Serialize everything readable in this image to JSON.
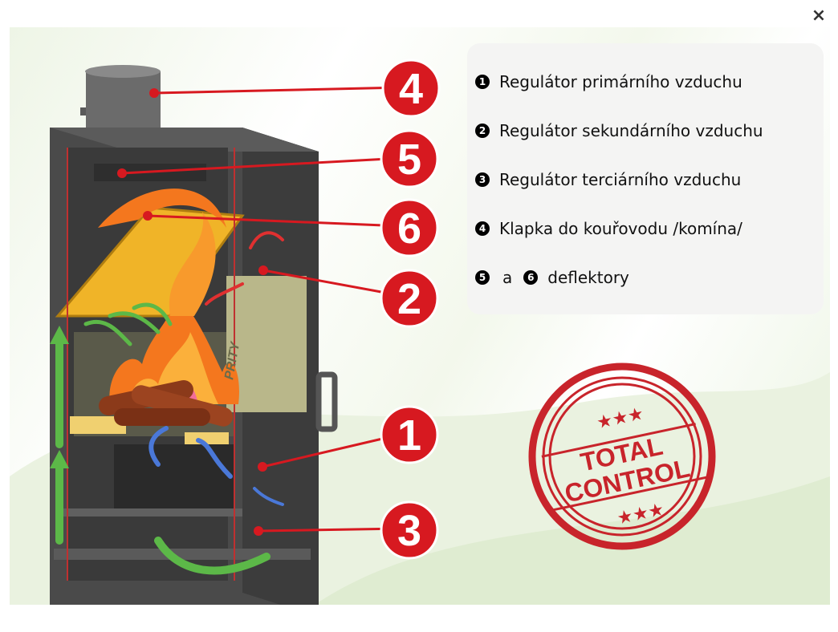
{
  "close_icon": "×",
  "legend": [
    {
      "num": "1",
      "text": "Regulátor primárního vzduchu"
    },
    {
      "num": "2",
      "text": "Regulátor sekundárního vzduchu"
    },
    {
      "num": "3",
      "text": "Regulátor terciárního vzduchu"
    },
    {
      "num": "4",
      "text": "Klapka do kouřovodu /komína/"
    }
  ],
  "legend_last": {
    "num_a": "5",
    "conj": "a",
    "num_b": "6",
    "text": "deflektory"
  },
  "callouts": [
    "4",
    "5",
    "6",
    "2",
    "1",
    "3"
  ],
  "stove_brand": "PRITY",
  "stamp": {
    "line1": "TOTAL",
    "line2": "CONTROL"
  },
  "colors": {
    "callout_red": "#d71920",
    "stamp_red": "#c8242b",
    "stove_gray": "#4a4a4a",
    "deflector_yellow": "#f0b428",
    "airflow_green": "#5cb848",
    "airflow_blue": "#4a78d8",
    "flame_orange": "#f4771e"
  }
}
